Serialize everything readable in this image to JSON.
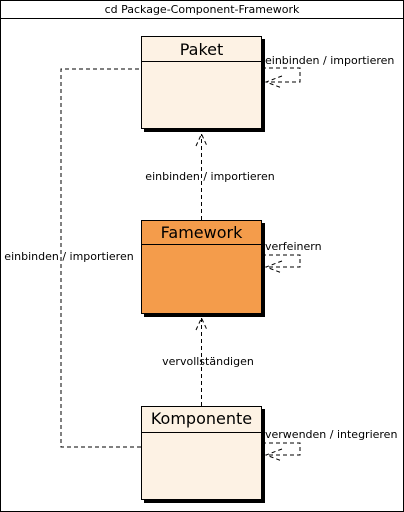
{
  "diagram": {
    "frame_title": "cd Package-Component-Framework",
    "colors": {
      "class_fill": "#fdf2e4",
      "framework_fill": "#f49c4b",
      "stroke": "#000000",
      "shadow": "#000000"
    },
    "classes": [
      {
        "id": "paket",
        "name": "Paket"
      },
      {
        "id": "framework",
        "name": "Famework"
      },
      {
        "id": "komponente",
        "name": "Komponente"
      }
    ],
    "relations": {
      "paket_self": "einbinden / importieren",
      "framework_to_paket": "einbinden / importieren",
      "framework_self": "verfeinern",
      "komponente_to_framework": "vervollständigen",
      "komponente_self": "verwenden / integrieren",
      "komponente_to_paket": "einbinden / importieren"
    }
  }
}
